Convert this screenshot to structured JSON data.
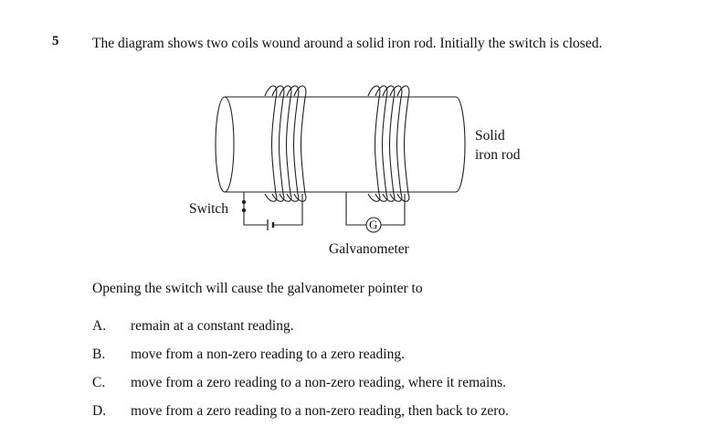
{
  "question": {
    "number": "5",
    "stem": "The diagram shows two coils wound around a solid iron rod. Initially the switch is closed.",
    "prompt": "Opening the switch will cause the galvanometer pointer to"
  },
  "diagram": {
    "rod_label": [
      "Solid",
      "iron rod"
    ],
    "switch_label": "Switch",
    "galvanometer_symbol": "G",
    "galvanometer_label": "Galvanometer"
  },
  "options": [
    {
      "letter": "A.",
      "text": "remain at a constant reading."
    },
    {
      "letter": "B.",
      "text": "move from a non-zero reading to a zero reading."
    },
    {
      "letter": "C.",
      "text": "move from a zero reading to a non-zero reading, where it remains."
    },
    {
      "letter": "D.",
      "text": "move from a zero reading to a non-zero reading, then back to zero."
    }
  ]
}
